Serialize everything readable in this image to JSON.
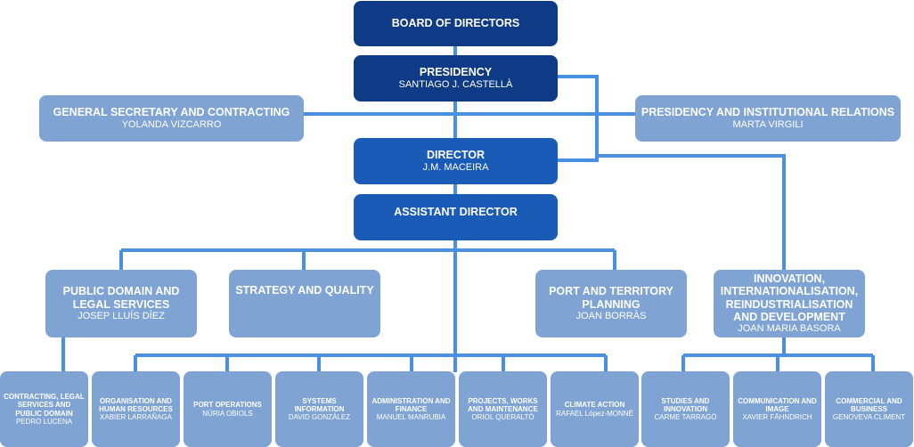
{
  "colors": {
    "line": "#4a90e2",
    "top": "#0e3a86",
    "main": "#1a5bb8",
    "unit": "#7fa3d3",
    "text": "#ffffff"
  },
  "board": {
    "title": "BOARD OF DIRECTORS"
  },
  "presidency": {
    "title": "PRESIDENCY",
    "name": "SANTIAGO J. CASTELLÀ"
  },
  "general_secretary": {
    "title": "GENERAL SECRETARY AND CONTRACTING",
    "name": "YOLANDA VIZCARRO"
  },
  "institutional_relations": {
    "title": "PRESIDENCY AND INSTITUTIONAL RELATIONS",
    "name": "MARTA VIRGILI"
  },
  "director": {
    "title": "DIRECTOR",
    "name": "J.M. MACEIRA"
  },
  "assistant_director": {
    "title": "ASSISTANT DIRECTOR"
  },
  "public_domain": {
    "title": "PUBLIC DOMAIN AND LEGAL SERVICES",
    "name": "JOSEP LLUÍS DÍEZ"
  },
  "strategy": {
    "title": "STRATEGY AND QUALITY"
  },
  "port_territory": {
    "title": "PORT AND TERRITORY PLANNING",
    "name": "JOAN BORRÀS"
  },
  "innovation": {
    "title": "INNOVATION, INTERNATIONALISATION, REINDUSTRIALISATION AND DEVELOPMENT",
    "name": "JOAN MARIA BASORA"
  },
  "units": [
    {
      "title": "CONTRACTING, LEGAL SERVICES AND PUBLIC DOMAIN",
      "name": "PEDRO LUCENA"
    },
    {
      "title": "ORGANISATION AND HUMAN RESOURCES",
      "name": "XABIER LARRAÑAGA"
    },
    {
      "title": "PORT OPERATIONS",
      "name": "NÚRIA OBIOLS"
    },
    {
      "title": "SYSTEMS INFORMATION",
      "name": "DAVID GONZÁLEZ"
    },
    {
      "title": "ADMINISTRATION AND FINANCE",
      "name": "MANUEL MANRUBIA"
    },
    {
      "title": "PROJECTS, WORKS AND MAINTENANCE",
      "name": "ORIOL QUERALTÓ"
    },
    {
      "title": "CLIMATE ACTION",
      "name": "RAFAEL López-MONNÉ"
    },
    {
      "title": "STUDIES AND INNOVATION",
      "name": "CARME TARRAGÓ"
    },
    {
      "title": "COMMUNICATION AND IMAGE",
      "name": "XAVIER FÄHNDRICH"
    },
    {
      "title": "COMMERCIAL AND BUSINESS",
      "name": "GENOVEVA CLIMENT"
    }
  ]
}
